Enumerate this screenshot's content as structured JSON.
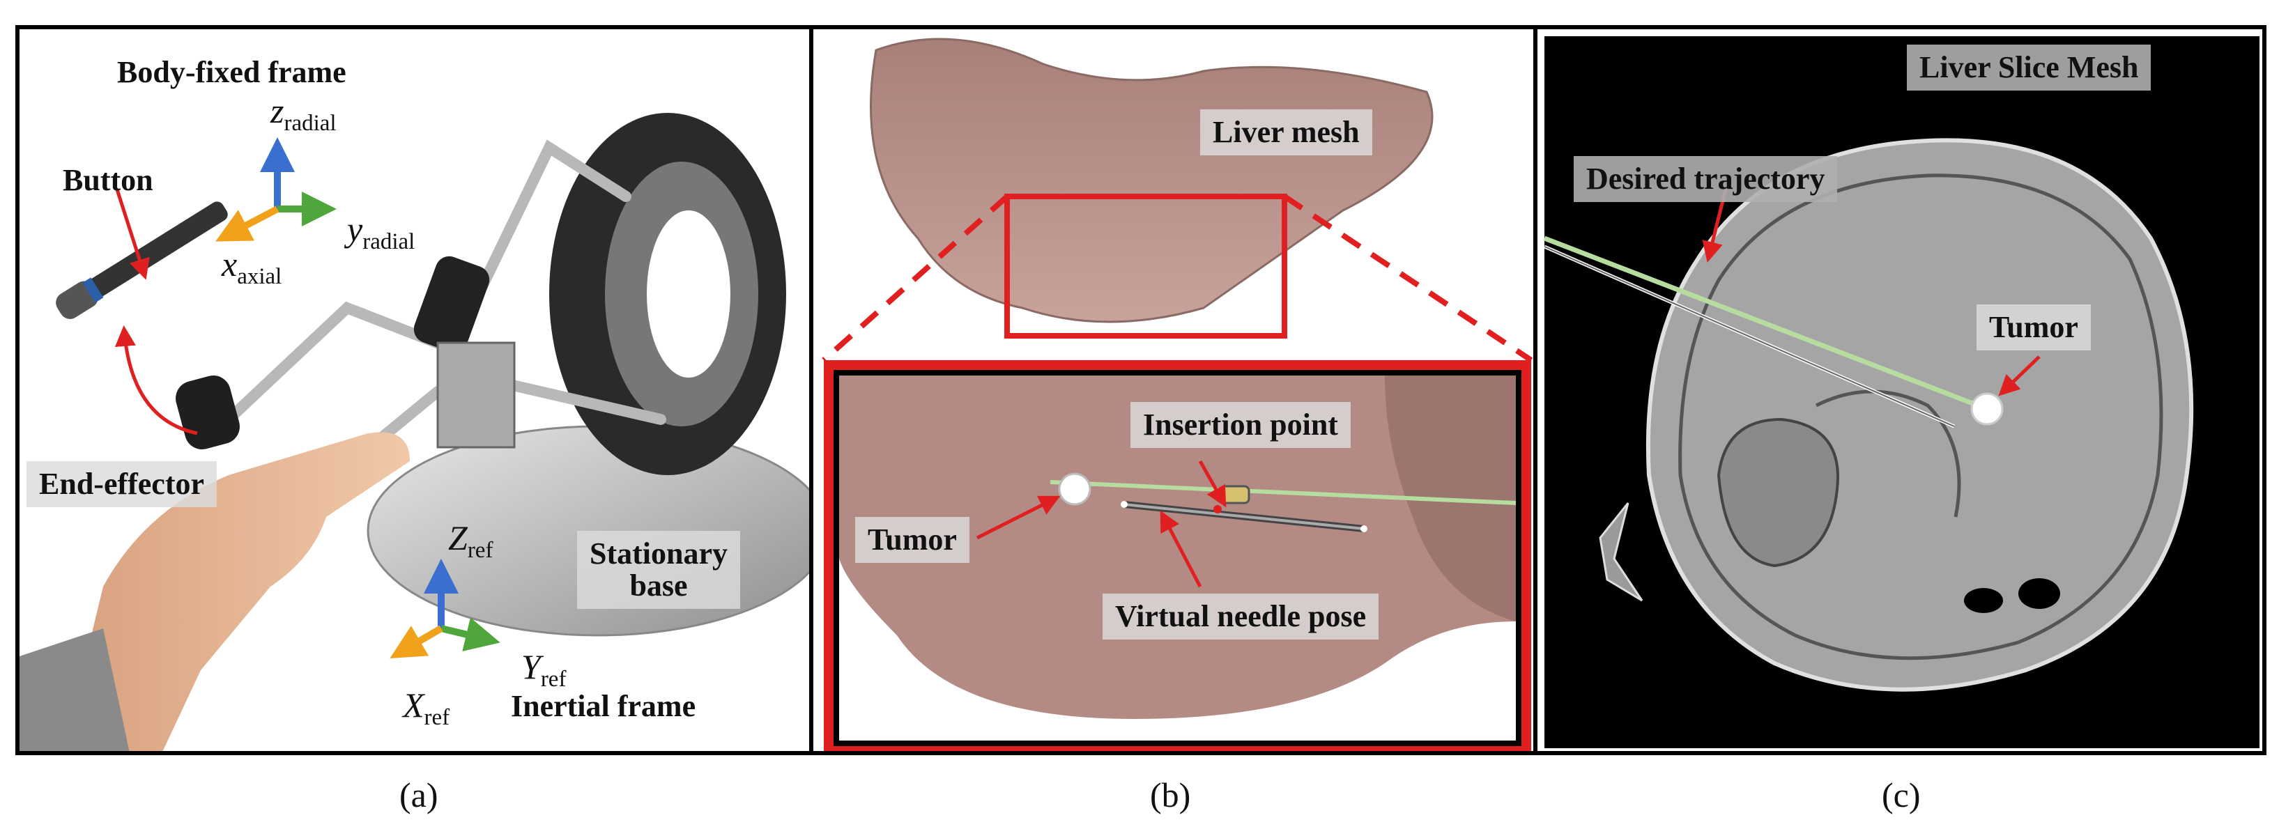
{
  "panel_a": {
    "body_frame_label": "Body-fixed frame",
    "button_label": "Button",
    "end_effector_label": "End-effector",
    "stationary_base_line1": "Stationary",
    "stationary_base_line2": "base",
    "inertial_frame_label": "Inertial frame",
    "axes": {
      "z_radial_var": "z",
      "z_radial_sub": "radial",
      "y_radial_var": "y",
      "y_radial_sub": "radial",
      "x_axial_var": "x",
      "x_axial_sub": "axial",
      "z_ref_var": "Z",
      "z_ref_sub": "ref",
      "y_ref_var": "Y",
      "y_ref_sub": "ref",
      "x_ref_var": "X",
      "x_ref_sub": "ref"
    },
    "caption": "(a)"
  },
  "panel_b": {
    "liver_mesh_label": "Liver mesh",
    "insertion_point_label": "Insertion point",
    "tumor_label": "Tumor",
    "virtual_needle_label": "Virtual needle pose",
    "caption": "(b)"
  },
  "panel_c": {
    "liver_slice_label": "Liver Slice Mesh",
    "desired_trajectory_label": "Desired trajectory",
    "tumor_label": "Tumor",
    "caption": "(c)"
  },
  "colors": {
    "axis_blue": "#3a6fd0",
    "axis_green": "#4fa63a",
    "axis_orange": "#f0a21a",
    "arrow_red": "#e02020",
    "liver": "#b99089",
    "trajectory_green": "#b6dca0"
  }
}
